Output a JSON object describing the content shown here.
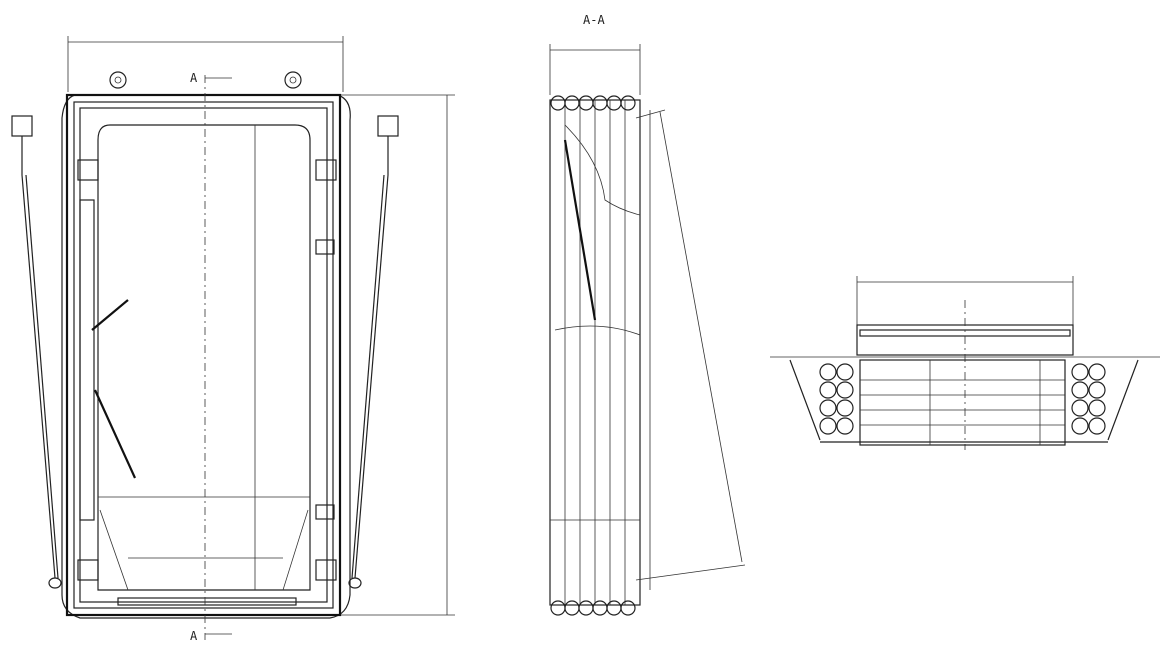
{
  "drawing": {
    "front_view": {
      "section_mark_top": "A",
      "section_mark_bottom": "A"
    },
    "section_view": {
      "title": "A-A"
    },
    "stowed_view": {}
  }
}
